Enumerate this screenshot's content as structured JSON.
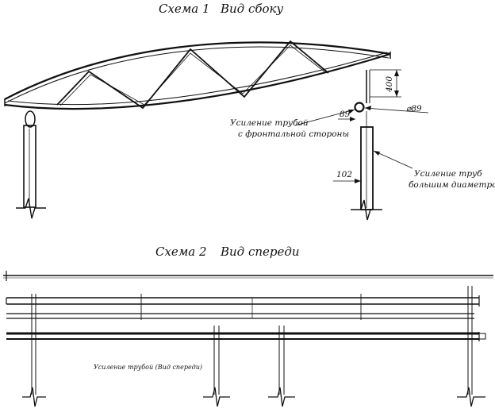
{
  "scheme1": {
    "title": "Схема 1",
    "view": "Вид сбоку",
    "dim_400": "400",
    "dim_phi89": "⌀89",
    "dim_89": "89",
    "dim_102": "102",
    "note_front_line1": "Усиление трубой",
    "note_front_line2": "с фронтальной стороны",
    "note_bigpipe_line1": "Усиление труб",
    "note_bigpipe_line2": "большим диаметром"
  },
  "scheme2": {
    "title": "Схема 2",
    "view": "Вид спереди",
    "note_front": "Усиление трубой (Вид спереди)"
  }
}
